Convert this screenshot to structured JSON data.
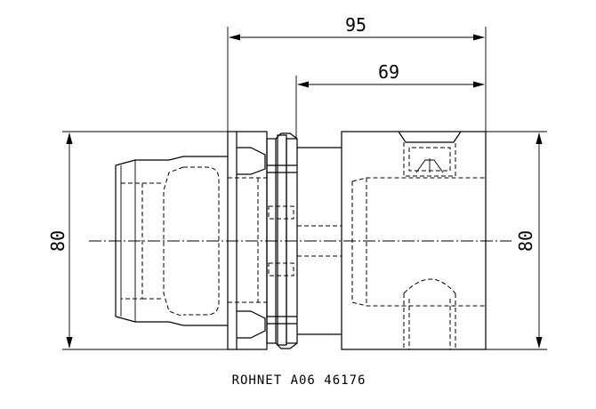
{
  "drawing": {
    "dimensions": {
      "overall_length": "95",
      "body_length": "69",
      "left_diameter": "80",
      "right_diameter": "80"
    },
    "caption": "ROHNET A06 46176"
  }
}
